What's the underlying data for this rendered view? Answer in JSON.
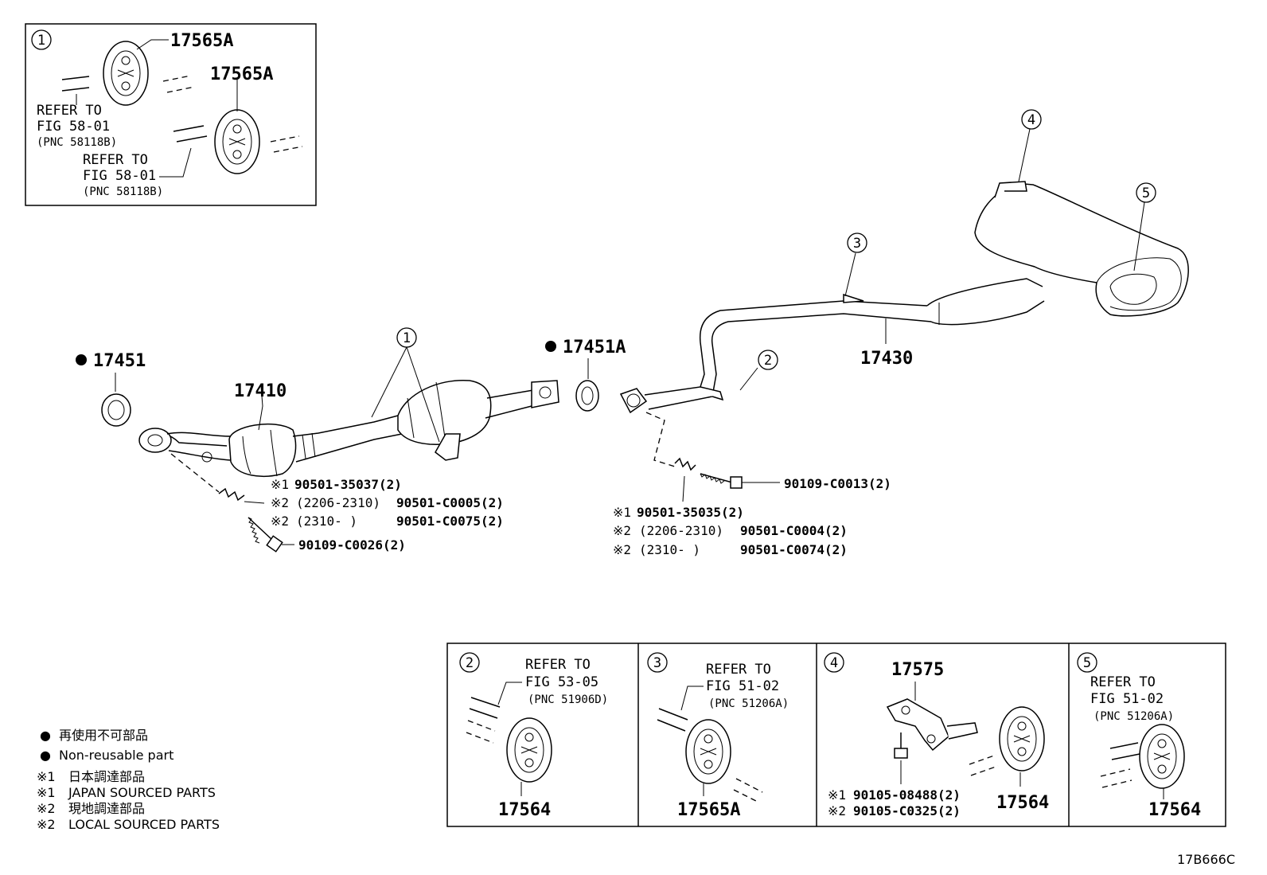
{
  "diagram_code": "17B666C",
  "main_labels": {
    "gasket_front": "17451",
    "gasket_center": "17451A",
    "front_pipe": "17410",
    "tail_pipe": "17430",
    "bolt_front": "90109-C0026(2)",
    "bolt_center": "90109-C0013(2)"
  },
  "callout_markers": [
    "1",
    "2",
    "3",
    "4",
    "5"
  ],
  "front_springs": [
    {
      "note": "※1",
      "spec": "",
      "part": "90501-35037(2)"
    },
    {
      "note": "※2",
      "spec": "(2206-2310)",
      "part": "90501-C0005(2)"
    },
    {
      "note": "※2",
      "spec": "(2310-     )",
      "part": "90501-C0075(2)"
    }
  ],
  "center_springs": [
    {
      "note": "※1",
      "spec": "",
      "part": "90501-35035(2)"
    },
    {
      "note": "※2",
      "spec": "(2206-2310)",
      "part": "90501-C0004(2)"
    },
    {
      "note": "※2",
      "spec": "(2310-     )",
      "part": "90501-C0074(2)"
    }
  ],
  "inset1": {
    "marker": "1",
    "part_a": "17565A",
    "part_b": "17565A",
    "ref1": [
      "REFER TO",
      "FIG 58-01",
      "(PNC 58118B)"
    ],
    "ref2": [
      "REFER TO",
      "FIG 58-01",
      "(PNC 58118B)"
    ]
  },
  "inset2": {
    "marker": "2",
    "ref": [
      "REFER TO",
      "FIG 53-05",
      "(PNC 51906D)"
    ],
    "part": "17564"
  },
  "inset3": {
    "marker": "3",
    "ref": [
      "REFER TO",
      "FIG 51-02",
      "(PNC 51206A)"
    ],
    "part": "17565A"
  },
  "inset4": {
    "marker": "4",
    "bracket": "17575",
    "part": "17564",
    "bolts": [
      {
        "note": "※1",
        "part": "90105-08488(2)"
      },
      {
        "note": "※2",
        "part": "90105-C0325(2)"
      }
    ]
  },
  "inset5": {
    "marker": "5",
    "ref": [
      "REFER TO",
      "FIG 51-02",
      "(PNC 51206A)"
    ],
    "part": "17564"
  },
  "legend": [
    {
      "mark": "●",
      "text": "再使用不可部品"
    },
    {
      "mark": "●",
      "text": "Non-reusable part"
    },
    {
      "mark": "※1",
      "text": "日本調達部品"
    },
    {
      "mark": "※1",
      "text": "JAPAN SOURCED PARTS"
    },
    {
      "mark": "※2",
      "text": "現地調達部品"
    },
    {
      "mark": "※2",
      "text": "LOCAL SOURCED PARTS"
    }
  ]
}
